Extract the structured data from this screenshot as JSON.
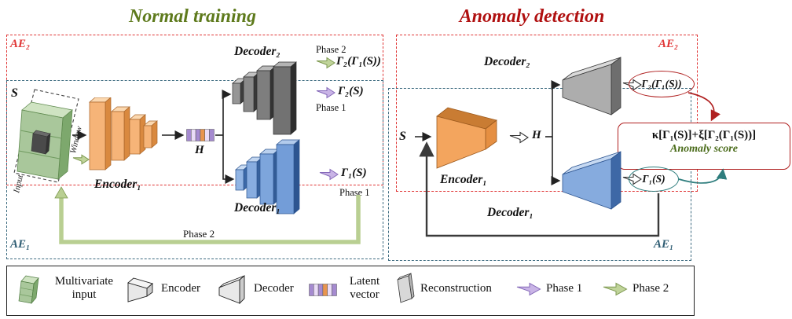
{
  "titles": {
    "normal": "Normal training",
    "anomaly": "Anomaly detection"
  },
  "left": {
    "ae2": "AE₂",
    "ae1": "AE₁",
    "input_s": "S",
    "window": "Window",
    "input_axis": "Input",
    "encoder": "Encoder₁",
    "latent": "H",
    "decoder2": "Decoder₂",
    "decoder1": "Decoder₁",
    "phase2_out_label": "Phase 2",
    "out_top": "Γ₂(Γ₁(S))",
    "out_mid": "Γ₂(S)",
    "phase1_mid_label": "Phase 1",
    "out_bottom": "Γ₁(S)",
    "phase1_bottom_label": "Phase 1",
    "phase2_feedback": "Phase 2"
  },
  "right": {
    "ae2": "AE₂",
    "ae1": "AE₁",
    "input_s": "S",
    "encoder": "Encoder₁",
    "latent": "H",
    "decoder2": "Decoder₂",
    "decoder1": "Decoder₁",
    "out_top": "Γ₂(Γ₁(S))",
    "out_bottom": "Γ₁(S)",
    "formula": "κ[Γ₁(S)]+ξ[Γ₂(Γ₁(S))]",
    "anomaly_score": "Anomaly score"
  },
  "legend": {
    "items": [
      {
        "icon": "multivariate-input-icon",
        "label": "Multivariate input"
      },
      {
        "icon": "encoder-icon",
        "label": "Encoder"
      },
      {
        "icon": "decoder-icon",
        "label": "Decoder"
      },
      {
        "icon": "latent-vector-icon",
        "label": "Latent vector"
      },
      {
        "icon": "reconstruction-icon",
        "label": "Reconstruction"
      },
      {
        "icon": "phase1-arrow-icon",
        "label": "Phase 1"
      },
      {
        "icon": "phase2-arrow-icon",
        "label": "Phase 2"
      }
    ]
  },
  "colors": {
    "normal_title": "#5e7a1c",
    "anomaly_title": "#b01010",
    "ae2_border": "#e03535",
    "ae1_border": "#3d6b80",
    "phase1_arrow": "#c9b4e6",
    "phase2_arrow": "#c0d49a",
    "encoder_fill": "#f6b478",
    "decoder2_fill": "#8a8a8a",
    "decoder1_fill": "#88ade0",
    "input_fill": "#a9c79b",
    "formula_border": "#b02020",
    "anomaly_score_text": "#4a6b1a",
    "oval_teal": "#2e7d7d"
  }
}
